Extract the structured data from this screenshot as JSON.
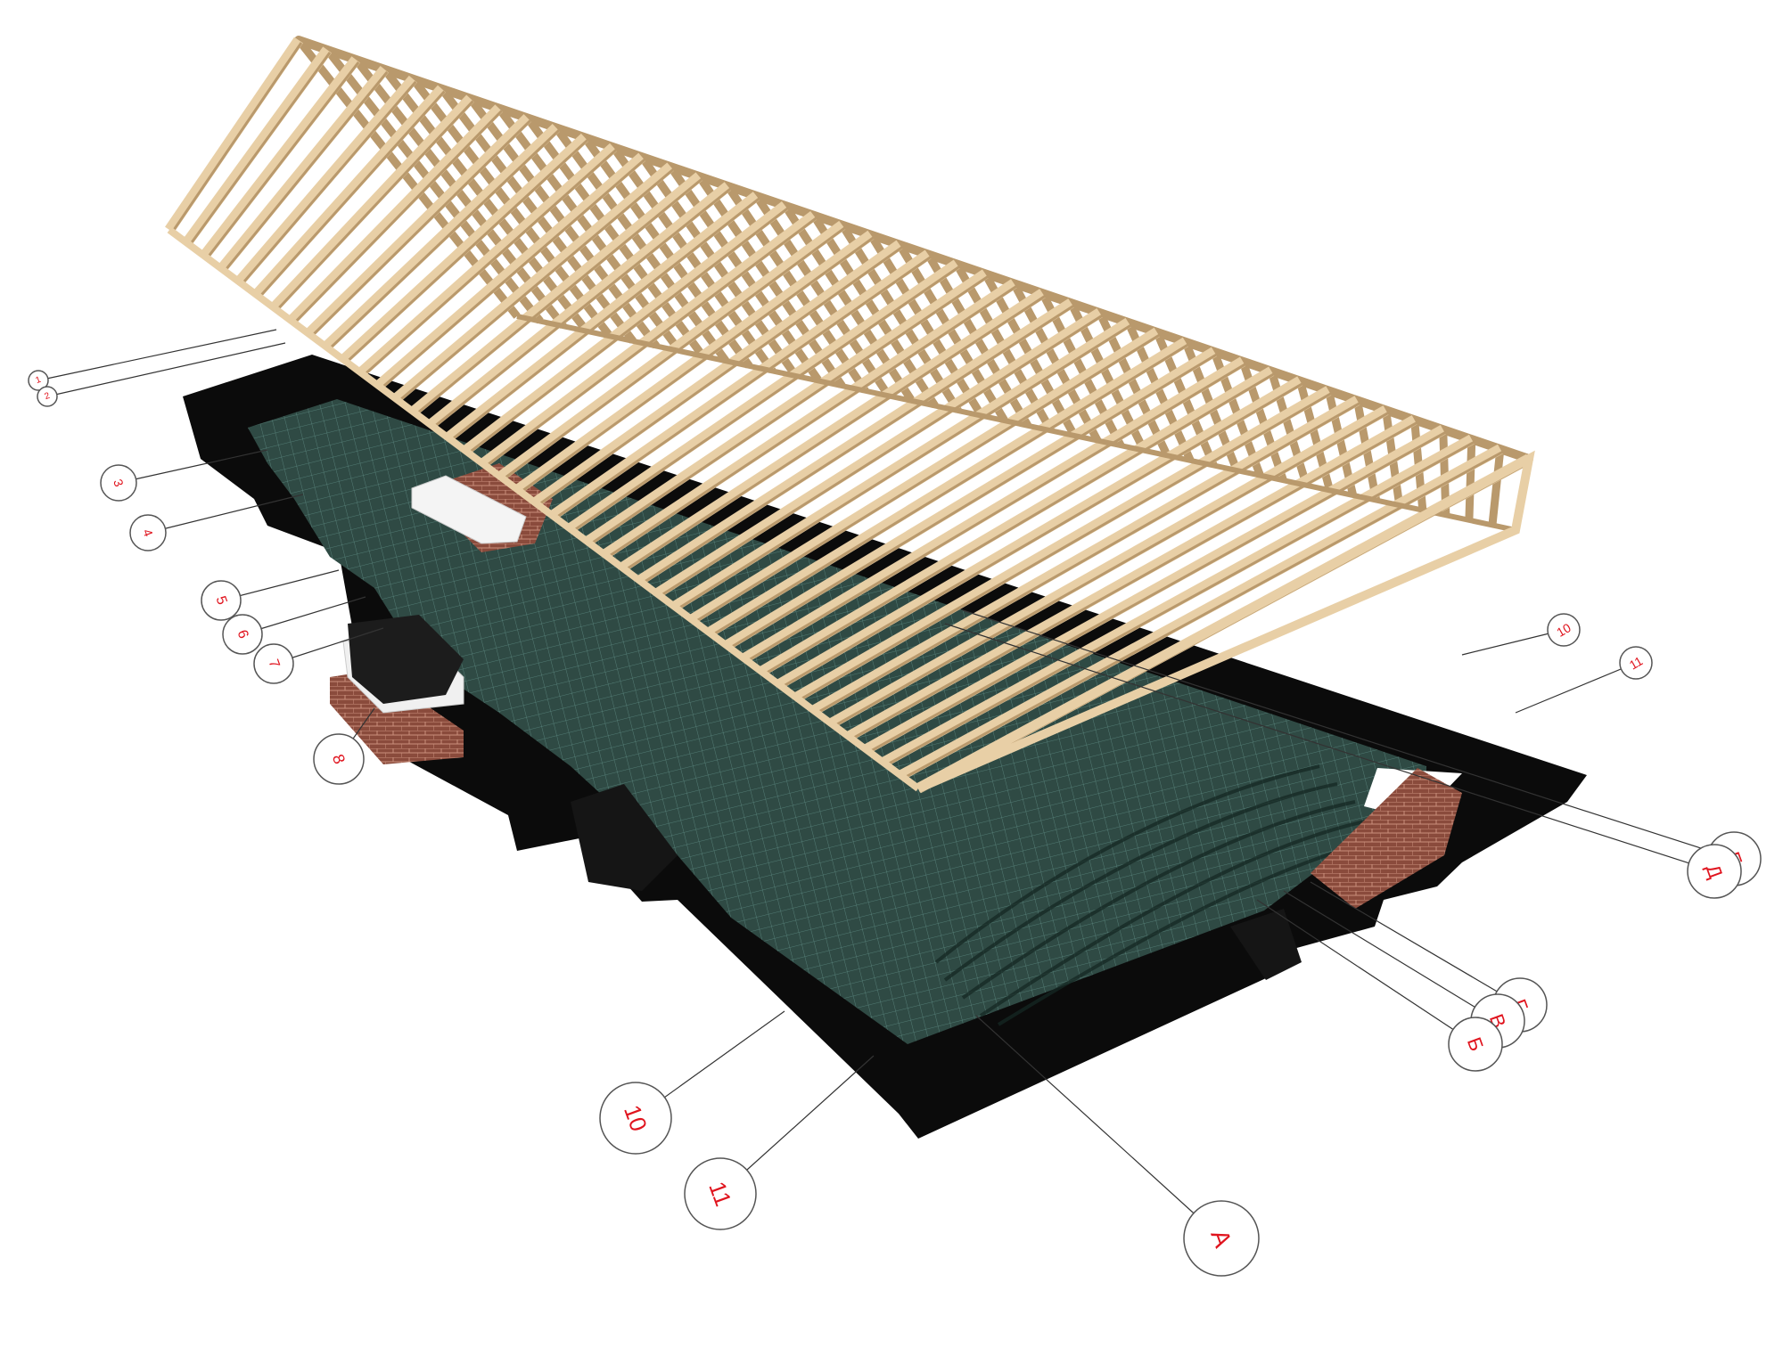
{
  "drawing": {
    "colors": {
      "background": "#ffffff",
      "slab_frame": "#0b0b0b",
      "slab_top": "#2f4a44",
      "rebar_grid": "#6fa39a",
      "rafter": "#e8cfa6",
      "rafter_shadow": "#b9996c",
      "brick": "#8a4b3c",
      "bubble_text": "#e0141e",
      "leader_line": "#333333"
    },
    "grid_markers": {
      "numeric": [
        "1",
        "2",
        "3",
        "4",
        "5",
        "6",
        "7",
        "8",
        "10",
        "11",
        "10",
        "11"
      ],
      "letters": [
        "Е",
        "Д",
        "Г",
        "В",
        "Б",
        "А"
      ]
    }
  }
}
